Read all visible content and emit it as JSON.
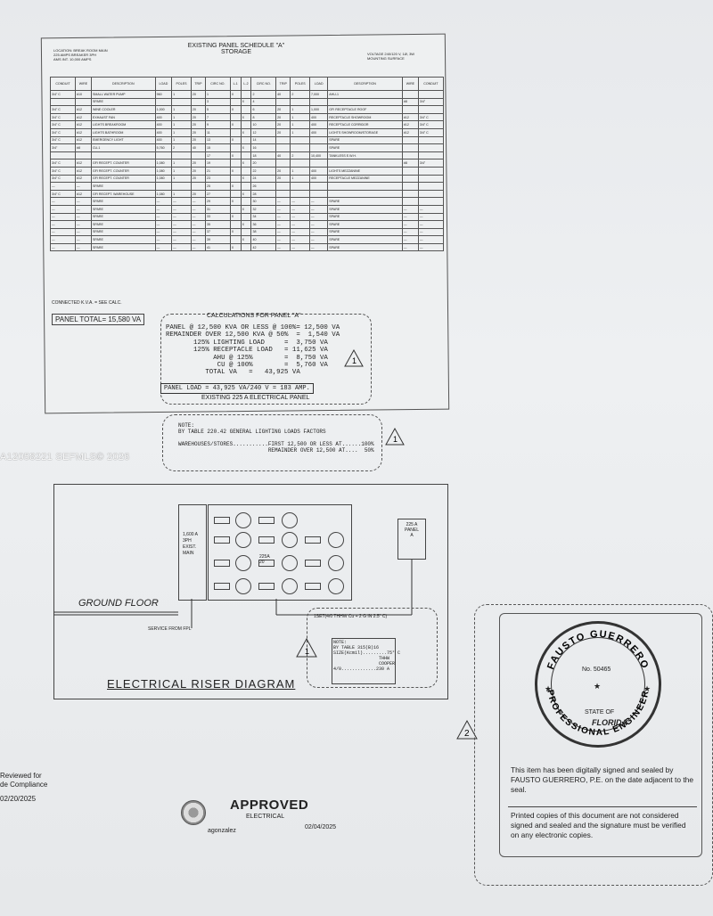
{
  "schedule": {
    "title": "EXISTING PANEL SCHEDULE \"A\"",
    "subtitle": "STORAGE",
    "location_lines": [
      "LOCATION: BREAK ROOM MAIN",
      "225 AMPS BREAKER 3PH",
      "AMS INT. 10,000 AMPS"
    ],
    "voltage_lines": [
      "VOLTAGE    240/120 V, 1Ø, 3W",
      "MOUNTING    SURFACE"
    ],
    "headers": [
      "CONDUIT",
      "WIRE",
      "DESCRIPTION",
      "LOAD",
      "POLES",
      "TRIP",
      "CIRC NO.",
      "L-1",
      "L-2",
      "CIRC NO.",
      "TRIP",
      "POLES",
      "LOAD",
      "DESCRIPTION",
      "WIRE",
      "CONDUIT"
    ],
    "rows": [
      [
        "3/4\" C",
        "#10",
        "SMALL WATER PUMP",
        "960",
        "1",
        "20",
        "1",
        "X",
        "",
        "2",
        "40",
        "2",
        "7,000",
        "AHU-1",
        "",
        ""
      ],
      [
        "",
        "",
        "SPARE",
        "",
        "",
        "",
        "3",
        "",
        "X",
        "4",
        "",
        "",
        "",
        "",
        "#8",
        "3/4\""
      ],
      [
        "3/4\" C",
        "#12",
        "WINE COOLER",
        "1,000",
        "1",
        "20",
        "5",
        "X",
        "",
        "6",
        "20",
        "1",
        "1,000",
        "GFI RECEPTACLE ROOF",
        "",
        ""
      ],
      [
        "3/4\" C",
        "#12",
        "EXHAUST FAN",
        "400",
        "1",
        "20",
        "7",
        "",
        "X",
        "8",
        "20",
        "1",
        "400",
        "RECEPTACLE SHOWROOM",
        "#12",
        "3/4\" C"
      ],
      [
        "3/4\" C",
        "#12",
        "LIGHTS BREAKROOM",
        "400",
        "1",
        "20",
        "9",
        "X",
        "",
        "10",
        "20",
        "1",
        "400",
        "RECEPTACLE CORRIDOR",
        "#12",
        "3/4\" C"
      ],
      [
        "3/4\" C",
        "#12",
        "LIGHTS BATHROOM",
        "400",
        "1",
        "20",
        "11",
        "",
        "X",
        "12",
        "20",
        "1",
        "400",
        "LIGHTS SHOWROOM/STORAGE",
        "#12",
        "3/4\" C"
      ],
      [
        "3/4\" C",
        "#12",
        "EMERGENCY LIGHT",
        "400",
        "1",
        "20",
        "13",
        "X",
        "",
        "14",
        "",
        "",
        "",
        "SPARE",
        "",
        ""
      ],
      [
        "3/4\"",
        "#8",
        "CU-1",
        "5,760",
        "2",
        "40",
        "15",
        "",
        "X",
        "16",
        "",
        "",
        "",
        "SPARE",
        "",
        ""
      ],
      [
        "",
        "",
        "",
        "",
        "",
        "",
        "17",
        "X",
        "",
        "18",
        "40",
        "2",
        "10,400",
        "TANKLESS E.W.H.",
        "",
        ""
      ],
      [
        "3/4\" C",
        "#12",
        "GFI RECEPT. COUNTER",
        "1,080",
        "1",
        "20",
        "19",
        "",
        "X",
        "20",
        "",
        "",
        "",
        "",
        "#8",
        "3/4\""
      ],
      [
        "3/4\" C",
        "#12",
        "GFI RECEPT. COUNTER",
        "1,080",
        "1",
        "20",
        "21",
        "X",
        "",
        "22",
        "20",
        "1",
        "400",
        "LIGHTS MEZZANINE",
        "",
        ""
      ],
      [
        "3/4\" C",
        "#12",
        "GFI RECEPT. COUNTER",
        "1,080",
        "1",
        "20",
        "23",
        "",
        "X",
        "24",
        "20",
        "1",
        "400",
        "RECEPTACLE MEZZANINE",
        "",
        ""
      ],
      [
        "—",
        "—",
        "SPARE",
        "",
        "",
        "",
        "25",
        "X",
        "",
        "26",
        "",
        "",
        "",
        "",
        "",
        ""
      ],
      [
        "3/4\" C",
        "#12",
        "GFI RECEPT. WAREHOUSE",
        "1,080",
        "1",
        "20",
        "27",
        "",
        "X",
        "28",
        "",
        "",
        "",
        "",
        "",
        ""
      ],
      [
        "—",
        "—",
        "SPARE",
        "—",
        "—",
        "—",
        "29",
        "X",
        "",
        "30",
        "—",
        "—",
        "—",
        "SPARE",
        "",
        ""
      ],
      [
        "—",
        "—",
        "SPARE",
        "—",
        "—",
        "—",
        "31",
        "",
        "X",
        "32",
        "—",
        "—",
        "—",
        "SPARE",
        "—",
        "—"
      ],
      [
        "—",
        "—",
        "SPARE",
        "—",
        "—",
        "—",
        "33",
        "X",
        "",
        "34",
        "—",
        "—",
        "—",
        "SPARE",
        "—",
        "—"
      ],
      [
        "—",
        "—",
        "SPARE",
        "—",
        "—",
        "—",
        "35",
        "",
        "X",
        "36",
        "—",
        "—",
        "—",
        "SPARE",
        "—",
        "—"
      ],
      [
        "—",
        "—",
        "SPARE",
        "—",
        "—",
        "—",
        "37",
        "X",
        "",
        "38",
        "—",
        "—",
        "—",
        "SPARE",
        "—",
        "—"
      ],
      [
        "—",
        "—",
        "SPARE",
        "—",
        "—",
        "—",
        "39",
        "",
        "X",
        "40",
        "—",
        "—",
        "—",
        "SPARE",
        "—",
        "—"
      ],
      [
        "—",
        "—",
        "SPARE",
        "—",
        "—",
        "—",
        "41",
        "X",
        "",
        "42",
        "—",
        "—",
        "—",
        "SPARE",
        "—",
        "—"
      ]
    ],
    "connected": "CONNECTED K.V.A. = SEE CALC.",
    "panel_total": "PANEL TOTAL= 15,580 VA"
  },
  "calc": {
    "title": "CALCULATIONS FOR PANEL \"A\"",
    "lines": [
      "PANEL @ 12,500 KVA OR LESS @ 100%= 12,500 VA",
      "REMAINDER OVER 12,500 KVA @ 50%  =  1,540 VA",
      "       125% LIGHTING LOAD     =  3,750 VA",
      "       125% RECEPTACLE LOAD   = 11,625 VA",
      "            AHU @ 125%        =  8,750 VA",
      "             CU @ 100%        =  5,760 VA",
      "          TOTAL VA   =   43,925 VA"
    ],
    "panel_load": "PANEL LOAD = 43,925 VA/240 V = 183 AMP.",
    "existing": "EXISTING 225 A ELECTRICAL PANEL",
    "rev": "1"
  },
  "note1": {
    "text": "NOTE:\nBY TABLE 220.42 GENERAL LIGHTING LOADS FACTORS\n\nWAREHOUSES/STORES...........FIRST 12,500 OR LESS AT......100%\n                            REMAINDER OVER 12,500 AT....  50%",
    "rev": "1"
  },
  "watermark": "A12058221 SEFMLS© 2026",
  "riser": {
    "main_label": "1,600 A\n3PH\nEXIST.\nMAIN",
    "breaker_label": "225A\n20",
    "panel_label": "225 A\nPANEL\nA",
    "ground": "GROUND FLOOR",
    "service": "SERVICE FROM FPL",
    "feeder": "1SET(4/0 THHW Cu + 2 G IN 2.5\" C)",
    "note": "NOTE:\nBY TABLE 315(B)16\nSIZE(Kcmil).........75° C\n                 THHW\n                 COOPER\n4/0.............230 A",
    "title": "ELECTRICAL RISER DIAGRAM",
    "rev": "1"
  },
  "review": {
    "line1": "Reviewed for",
    "line2": "de Compliance",
    "date": "02/20/2025"
  },
  "approval": {
    "stamp": "APPROVED",
    "discipline": "ELECTRICAL",
    "reviewer": "agonzalez",
    "date": "02/04/2025"
  },
  "seal": {
    "name": "FAUSTO GUERRERO",
    "number": "No. 50465",
    "state_of": "STATE OF",
    "state": "FLORIDA",
    "title": "PROFESSIONAL ENGINEER",
    "sign_text": "This item has been digitally signed and sealed by FAUSTO GUERRERO, P.E. on the date adjacent to the seal.",
    "print_text": "Printed copies of this document are not considered signed and sealed and the signature must be verified on any electronic copies.",
    "rev": "2"
  }
}
